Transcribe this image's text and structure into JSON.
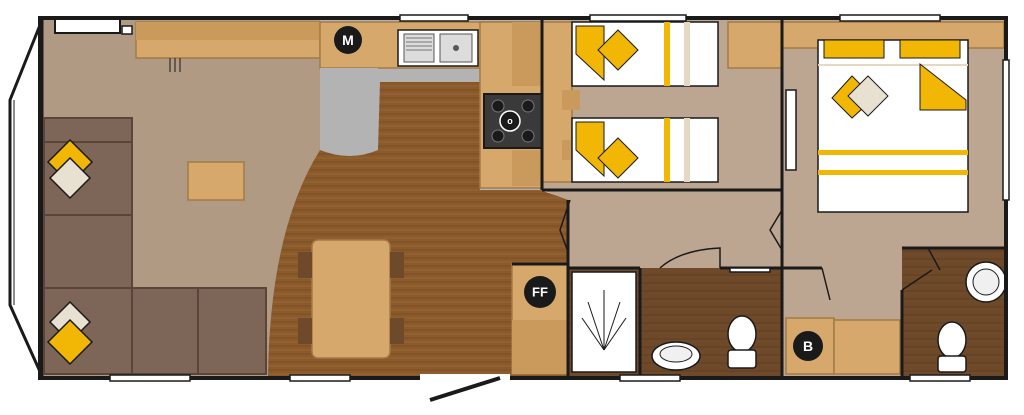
{
  "labels": {
    "microwave": "M",
    "fridge_freezer": "FF",
    "boiler": "B"
  },
  "colors": {
    "wall": "#1a1a1a",
    "carpet": "#bca691",
    "lounge_floor": "#b19a84",
    "wood_floor": "#8a5a2b",
    "counter": "#d6a86c",
    "counter_edge": "#a37a45",
    "kitchen_floor": "#b3b3b3",
    "accent_yellow": "#f2b705",
    "sofa": "#7d6657",
    "bed_linen": "#ffffff",
    "bathroom_floor": "#6e4a2a",
    "label_badge": "#1a1a1a"
  }
}
